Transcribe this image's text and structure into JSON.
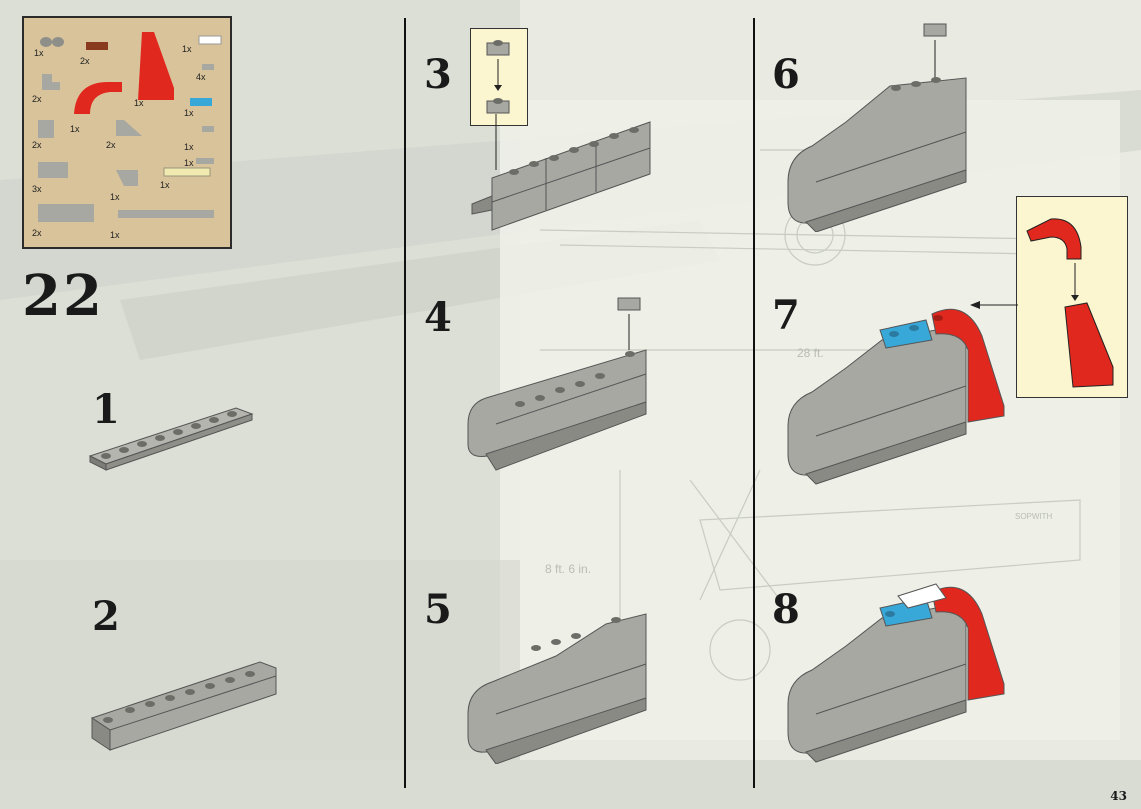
{
  "page": {
    "step_group": "22",
    "page_number": "43"
  },
  "parts": [
    {
      "qty": "1x",
      "name": "grey-binoculars"
    },
    {
      "qty": "2x",
      "name": "brown-tile-1x2"
    },
    {
      "qty": "1x",
      "name": "red-slope-brick"
    },
    {
      "qty": "1x",
      "name": "white-tile-1x2"
    },
    {
      "qty": "2x",
      "name": "grey-bracket"
    },
    {
      "qty": "4x",
      "name": "grey-plate-1x1"
    },
    {
      "qty": "1x",
      "name": "red-arch"
    },
    {
      "qty": "1x",
      "name": "blue-plate-1x2"
    },
    {
      "qty": "1x",
      "name": "grey-plate-1x1-round"
    },
    {
      "qty": "2x",
      "name": "grey-brick-1x1"
    },
    {
      "qty": "2x",
      "name": "grey-slope"
    },
    {
      "qty": "1x",
      "name": "grey-plate-1x2"
    },
    {
      "qty": "3x",
      "name": "grey-brick-1x2"
    },
    {
      "qty": "1x",
      "name": "grey-slope-inverted"
    },
    {
      "qty": "1x",
      "name": "tan-plate-1x4"
    },
    {
      "qty": "2x",
      "name": "grey-brick-1x4"
    },
    {
      "qty": "1x",
      "name": "grey-plate-1x8"
    },
    {
      "qty": "1x",
      "name": "grey-tile-1x1"
    }
  ],
  "steps": [
    "1",
    "2",
    "3",
    "4",
    "5",
    "6",
    "7",
    "8"
  ],
  "blueprint": {
    "wingspan_label": "28 ft.",
    "height_label": "8 ft. 6 in.",
    "fuselage_text": "SOPWITH"
  },
  "colors": {
    "background": "#e9ebe2",
    "parts_box": "#d8c39a",
    "callout": "#fbf6cf",
    "grey_brick": "#a8a8a3",
    "red_brick": "#e0281e",
    "blue_plate": "#37a8d8",
    "white_tile": "#ffffff"
  }
}
